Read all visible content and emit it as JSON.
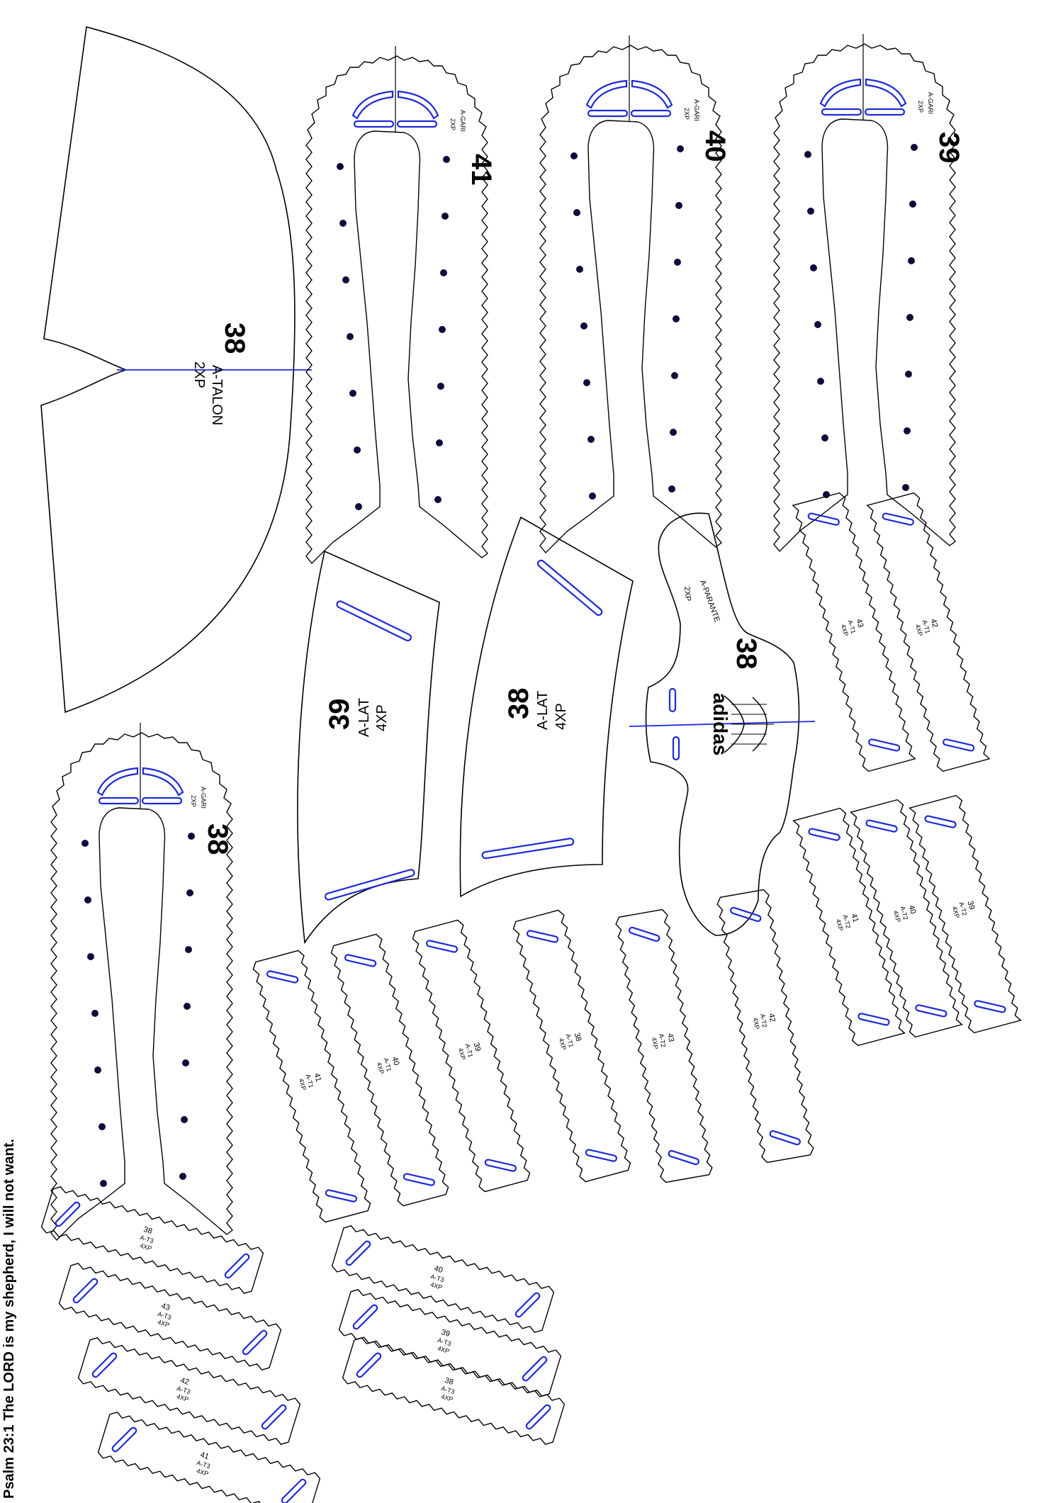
{
  "footer_text": "Psalm 23:1 The LORD is my shepherd, I will not want.",
  "talon": {
    "size": "38",
    "name": "A-TALON",
    "qty": "2XP"
  },
  "gari_pieces": [
    {
      "size": "41",
      "name": "A-GARI",
      "qty": "2XP"
    },
    {
      "size": "40",
      "name": "A-GARI",
      "qty": "2XP"
    },
    {
      "size": "39",
      "name": "A-GARI",
      "qty": "2XP"
    },
    {
      "size": "38",
      "name": "A-GARI",
      "qty": "2XP"
    }
  ],
  "lat_pieces": [
    {
      "size": "39",
      "name": "A-LAT",
      "qty": "4XP"
    },
    {
      "size": "38",
      "name": "A-LAT",
      "qty": "4XP"
    }
  ],
  "parante": {
    "size": "38",
    "name": "A-PARANTE",
    "qty": "2XP",
    "logo": "adidas"
  },
  "t1_strips_upper": [
    {
      "size": "43",
      "name": "A-T1",
      "qty": "4XP"
    },
    {
      "size": "42",
      "name": "A-T1",
      "qty": "4XP"
    }
  ],
  "t2_strips_right": [
    {
      "size": "41",
      "name": "A-T2",
      "qty": "4XP"
    },
    {
      "size": "40",
      "name": "A-T2",
      "qty": "4XP"
    },
    {
      "size": "39",
      "name": "A-T2",
      "qty": "4XP"
    }
  ],
  "bottom_strips": [
    {
      "size": "41",
      "name": "A-T1",
      "qty": "4XP"
    },
    {
      "size": "40",
      "name": "A-T1",
      "qty": "4XP"
    },
    {
      "size": "39",
      "name": "A-T1",
      "qty": "4XP"
    },
    {
      "size": "38",
      "name": "A-T1",
      "qty": "4XP"
    },
    {
      "size": "43",
      "name": "A-T2",
      "qty": "4XP"
    },
    {
      "size": "42",
      "name": "A-T2",
      "qty": "4XP"
    }
  ],
  "t3_strips": [
    {
      "size": "38",
      "name": "A-T3",
      "qty": "4XP"
    },
    {
      "size": "43",
      "name": "A-T3",
      "qty": "4XP"
    },
    {
      "size": "42",
      "name": "A-T3",
      "qty": "4XP"
    },
    {
      "size": "41",
      "name": "A-T3",
      "qty": "4XP"
    },
    {
      "size": "40",
      "name": "A-T3",
      "qty": "4XP"
    },
    {
      "size": "39",
      "name": "A-T3",
      "qty": "4XP"
    },
    {
      "size": "38",
      "name": "A-T3",
      "qty": "4XP"
    }
  ]
}
